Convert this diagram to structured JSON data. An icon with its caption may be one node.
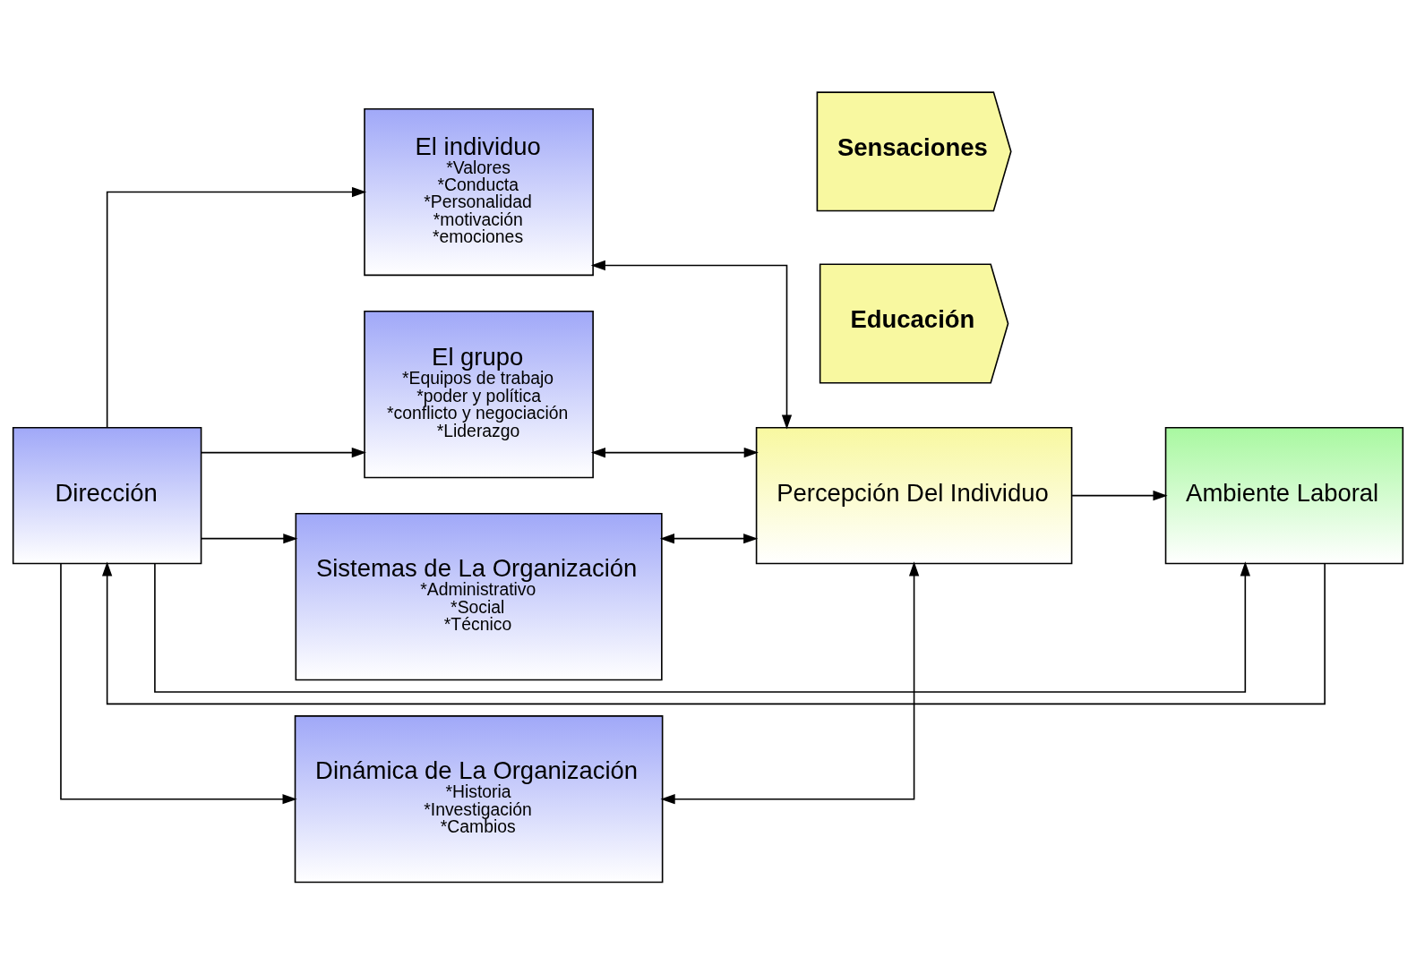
{
  "diagram": {
    "nodes": [
      {
        "text": [
          "Dirección"
        ]
      },
      {
        "text": [
          "El individuo",
          "*Valores",
          "*Conducta",
          "*Personalidad",
          "*motivación",
          "*emociones"
        ]
      },
      {
        "text": [
          "El grupo",
          "*Equipos de trabajo",
          "*poder y política",
          "*conflicto y negociación",
          "*Liderazgo"
        ]
      },
      {
        "text": [
          "Sistemas de La Organización",
          "*Administrativo",
          "*Social",
          "*Técnico"
        ]
      },
      {
        "text": [
          "Dinámica de La Organización",
          "*Historia",
          "*Investigación",
          "*Cambios"
        ]
      },
      {
        "text": [
          "Educación"
        ]
      },
      {
        "text": [
          "Percepción Del Individuo"
        ]
      },
      {
        "text": [
          "Sensaciones"
        ]
      },
      {
        "text": [
          "Ambiente Laboral"
        ]
      }
    ],
    "edges": [
      {
        "from": 0,
        "to": 1,
        "arrow": "to"
      },
      {
        "from": 0,
        "to": 2,
        "arrow": "to"
      },
      {
        "from": 0,
        "to": 3,
        "arrow": "to"
      },
      {
        "from": 0,
        "to": 4,
        "arrow": "to"
      },
      {
        "from": 1,
        "to": 6,
        "arrow": "both"
      },
      {
        "from": 2,
        "to": 6,
        "arrow": "both"
      },
      {
        "from": 3,
        "to": 6,
        "arrow": "both"
      },
      {
        "from": 4,
        "to": 6,
        "arrow": "both"
      },
      {
        "from": 6,
        "to": 8,
        "arrow": "to"
      },
      {
        "from": 8,
        "to": 0,
        "arrow": "to"
      },
      {
        "from": 0,
        "to": 8,
        "arrow": "to"
      }
    ]
  }
}
